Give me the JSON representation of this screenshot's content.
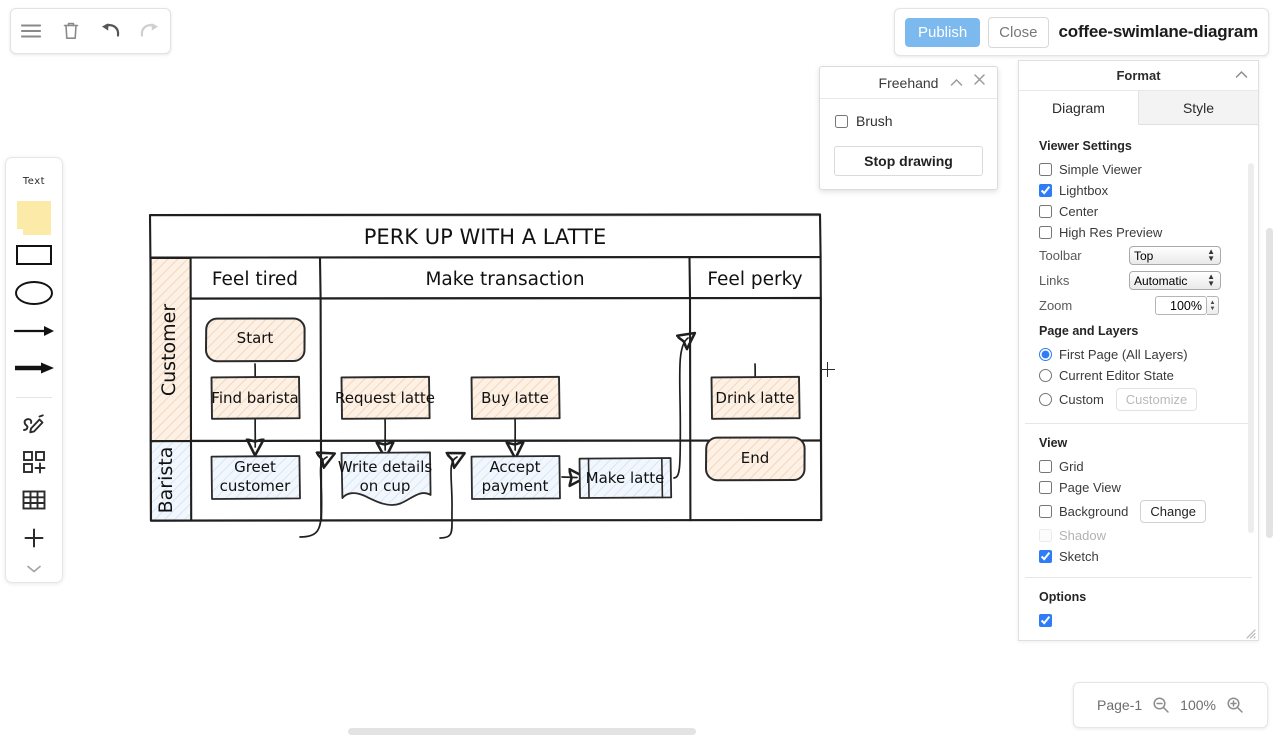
{
  "app": {
    "file_title": "coffee-swimlane-diagram"
  },
  "top_toolbar": {
    "items": [
      {
        "name": "menu-icon",
        "label": "Menu"
      },
      {
        "name": "delete-icon",
        "label": "Delete"
      },
      {
        "name": "undo-icon",
        "label": "Undo"
      },
      {
        "name": "redo-icon",
        "label": "Redo"
      }
    ]
  },
  "top_right": {
    "publish_label": "Publish",
    "close_label": "Close",
    "publish_color": "#7cb9ee"
  },
  "shape_palette": {
    "text_label": "Text",
    "items": [
      {
        "name": "note-shape",
        "label": "Note"
      },
      {
        "name": "rectangle-shape",
        "label": "Rectangle"
      },
      {
        "name": "ellipse-shape",
        "label": "Ellipse"
      },
      {
        "name": "arrow-line-shape",
        "label": "Arrow"
      },
      {
        "name": "thick-arrow-shape",
        "label": "Thick arrow"
      },
      {
        "name": "freehand-icon",
        "label": "Freehand"
      },
      {
        "name": "shapes-icon",
        "label": "More shapes"
      },
      {
        "name": "table-icon",
        "label": "Table"
      },
      {
        "name": "plus-icon",
        "label": "Add"
      },
      {
        "name": "chevron-down-icon",
        "label": "More"
      }
    ]
  },
  "freehand_dialog": {
    "title": "Freehand",
    "brush_label": "Brush",
    "brush_checked": false,
    "stop_label": "Stop drawing",
    "collapse_icon": "chevron-up-icon",
    "close_icon": "close-icon"
  },
  "format_panel": {
    "title": "Format",
    "tabs": [
      {
        "label": "Diagram",
        "active": true
      },
      {
        "label": "Style",
        "active": false
      }
    ],
    "viewer_settings": {
      "title": "Viewer Settings",
      "checkboxes": [
        {
          "label": "Simple Viewer",
          "checked": false,
          "disabled": false
        },
        {
          "label": "Lightbox",
          "checked": true,
          "disabled": false
        },
        {
          "label": "Center",
          "checked": false,
          "disabled": false
        },
        {
          "label": "High Res Preview",
          "checked": false,
          "disabled": false
        }
      ],
      "toolbar_label": "Toolbar",
      "toolbar_value": "Top",
      "toolbar_options": [
        "Top"
      ],
      "links_label": "Links",
      "links_value": "Automatic",
      "links_options": [
        "Automatic"
      ],
      "zoom_label": "Zoom",
      "zoom_value": "100%"
    },
    "page_and_layers": {
      "title": "Page and Layers",
      "radios": [
        {
          "label": "First Page (All Layers)",
          "checked": true
        },
        {
          "label": "Current Editor State",
          "checked": false
        },
        {
          "label": "Custom",
          "checked": false
        }
      ],
      "customize_label": "Customize"
    },
    "view": {
      "title": "View",
      "checkboxes": [
        {
          "label": "Grid",
          "checked": false,
          "disabled": false
        },
        {
          "label": "Page View",
          "checked": false,
          "disabled": false
        },
        {
          "label": "Background",
          "checked": false,
          "disabled": false
        },
        {
          "label": "Shadow",
          "checked": false,
          "disabled": true
        },
        {
          "label": "Sketch",
          "checked": true,
          "disabled": false
        }
      ],
      "change_label": "Change"
    },
    "options_title": "Options",
    "accent_color": "#2e7cf6"
  },
  "status_bar": {
    "page_label": "Page-1",
    "zoom_label": "100%",
    "zoom_out_icon": "zoom-out-icon",
    "zoom_in_icon": "zoom-in-icon"
  },
  "diagram": {
    "title": "PERK UP WITH A LATTE",
    "phases": [
      "Feel tired",
      "Make transaction",
      "Feel perky"
    ],
    "lanes": [
      {
        "name": "Customer",
        "fill": "#fce8d2"
      },
      {
        "name": "Barista",
        "fill": "#dae8fc"
      }
    ],
    "nodes": [
      {
        "id": "start",
        "label": "Start",
        "shape": "terminator",
        "lane": "Customer",
        "phase": "Feel tired"
      },
      {
        "id": "find-barista",
        "label": "Find barista",
        "shape": "process",
        "lane": "Customer",
        "phase": "Feel tired"
      },
      {
        "id": "greet-customer",
        "label": "Greet customer",
        "shape": "process",
        "lane": "Barista",
        "phase": "Feel tired"
      },
      {
        "id": "request-latte",
        "label": "Request latte",
        "shape": "process",
        "lane": "Customer",
        "phase": "Make transaction"
      },
      {
        "id": "write-details",
        "label": "Write details on cup",
        "shape": "document",
        "lane": "Barista",
        "phase": "Make transaction"
      },
      {
        "id": "buy-latte",
        "label": "Buy latte",
        "shape": "process",
        "lane": "Customer",
        "phase": "Make transaction"
      },
      {
        "id": "accept-payment",
        "label": "Accept payment",
        "shape": "process",
        "lane": "Barista",
        "phase": "Make transaction"
      },
      {
        "id": "make-latte",
        "label": "Make latte",
        "shape": "predefined-process",
        "lane": "Barista",
        "phase": "Make transaction"
      },
      {
        "id": "drink-latte",
        "label": "Drink latte",
        "shape": "process",
        "lane": "Customer",
        "phase": "Feel perky"
      },
      {
        "id": "end",
        "label": "End",
        "shape": "terminator",
        "lane": "Customer",
        "phase": "Feel perky"
      }
    ],
    "edges": [
      {
        "from": "start",
        "to": "find-barista"
      },
      {
        "from": "find-barista",
        "to": "greet-customer"
      },
      {
        "from": "greet-customer",
        "to": "request-latte"
      },
      {
        "from": "request-latte",
        "to": "write-details"
      },
      {
        "from": "write-details",
        "to": "buy-latte"
      },
      {
        "from": "buy-latte",
        "to": "accept-payment"
      },
      {
        "from": "accept-payment",
        "to": "make-latte"
      },
      {
        "from": "make-latte",
        "to": "drink-latte"
      },
      {
        "from": "drink-latte",
        "to": "end"
      }
    ],
    "colors": {
      "customer_fill": "#fce8d2",
      "customer_stroke": "#c9a37a",
      "barista_fill": "#dae8fc",
      "barista_stroke": "#7ea6d4",
      "line": "#1f1f1f"
    }
  }
}
